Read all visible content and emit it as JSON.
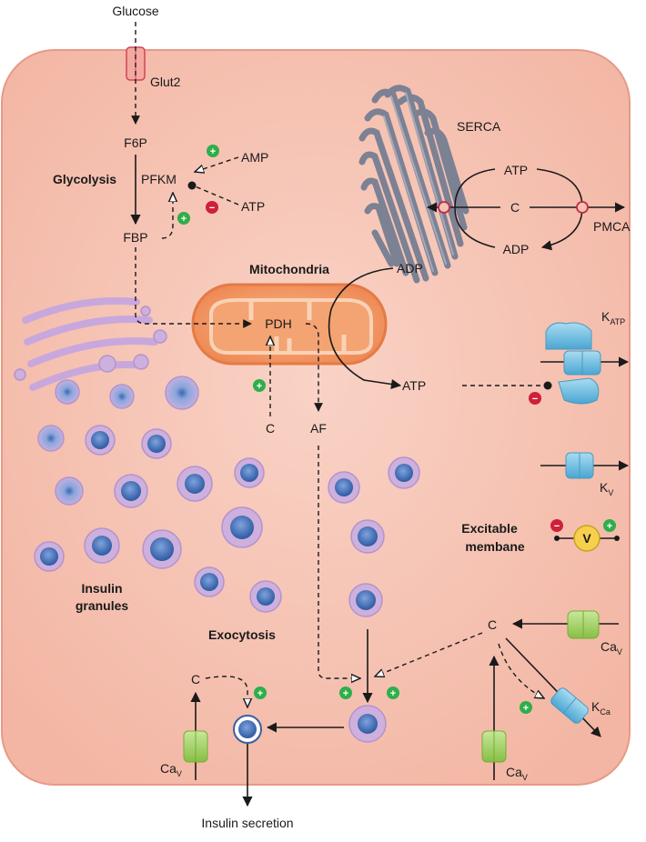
{
  "labels": {
    "glucose": "Glucose",
    "glut2": "Glut2",
    "f6p": "F6P",
    "glycolysis": "Glycolysis",
    "pfkm": "PFKM",
    "fbp": "FBP",
    "amp": "AMP",
    "atp_inhib": "ATP",
    "serca": "SERCA",
    "cycle_atp": "ATP",
    "cycle_c": "C",
    "cycle_adp": "ADP",
    "pmca": "PMCA",
    "mitochondria": "Mitochondria",
    "pdh": "PDH",
    "adp": "ADP",
    "atp_mito": "ATP",
    "c_mito": "C",
    "af": "AF",
    "katp": "K",
    "katp_sub": "ATP",
    "kv": "K",
    "kv_sub": "V",
    "excitable_1": "Excitable",
    "excitable_2": "membane",
    "voltage": "V",
    "insulin_1": "Insulin",
    "insulin_2": "granules",
    "exocytosis": "Exocytosis",
    "c_right": "C",
    "cav_right": "Ca",
    "cav_right_sub": "V",
    "kca": "K",
    "kca_sub": "Ca",
    "c_left": "C",
    "cav_left": "Ca",
    "cav_left_sub": "V",
    "cav_bottom": "Ca",
    "cav_bottom_sub": "V",
    "insulin_secretion": "Insulin secretion"
  },
  "signs": {
    "plus": "+",
    "minus": "−"
  },
  "colors": {
    "cytoplasm": "#f6c3b3",
    "cell_border": "#e89c88",
    "mitochondria": "#f19460",
    "er": "#7a7f92",
    "granule_outer": "#cdb0dd",
    "granule_inner": "#3d6db5",
    "channel_blue": "#7fc6e4",
    "channel_green": "#a7d46a",
    "plus": "#2fae4a",
    "minus": "#cf1f3a",
    "voltmeter": "#f6d04d"
  }
}
